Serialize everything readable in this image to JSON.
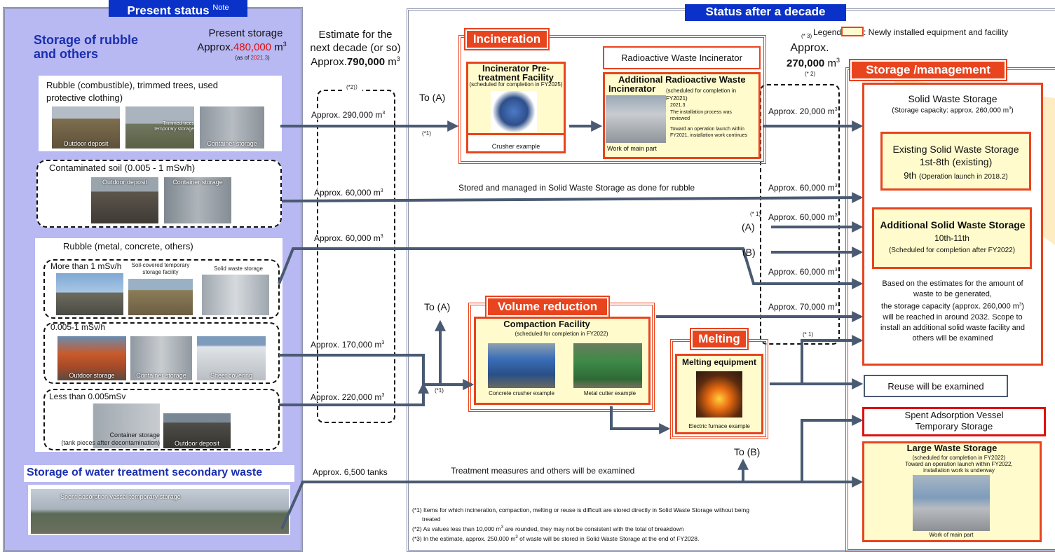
{
  "present": {
    "header": "Present status",
    "header_note": "Note",
    "rubble_title_1": "Storage of rubble",
    "rubble_title_2": "and others",
    "storage_label": "Present storage",
    "storage_prefix": "Approx.",
    "storage_value": "480,000",
    "storage_unit": "m",
    "storage_sup": "3",
    "asof_prefix": "(as of ",
    "asof_date": "2021.3",
    "asof_suffix": ")",
    "group1_label_1": "Rubble (combustible), trimmed trees, used",
    "group1_label_2": "protective clothing)",
    "g1_p1": "Outdoor deposit",
    "g1_p2_1": "Trimmed trees",
    "g1_p2_2": "temporary storage",
    "g1_p3": "Container storage",
    "group2_label": "Contaminated soil (0.005 - 1 mSv/h)",
    "g2_p1": "Outdoor deposit",
    "g2_p2": "Container storage",
    "group3_label": "Rubble (metal, concrete, others)",
    "g3a_label": "More than 1 mSv/h",
    "g3a_p2_1": "Soil-covered temporary",
    "g3a_p2_2": "storage facility",
    "g3a_p3": "Solid waste storage",
    "g3b_label": "0.005-1 mSv/h",
    "g3b_p1": "Outdoor storage",
    "g3b_p2": "Container storage",
    "g3b_p3": "Sheet covering",
    "g3c_label": "Less than 0.005mSv",
    "g3c_p1_1": "Container storage",
    "g3c_p1_2": "(tank pieces after decontamination)",
    "g3c_p2": "Outdoor deposit",
    "water_title": "Storage of water treatment secondary waste",
    "water_photo": "Spent adsorption vessel temporary storage"
  },
  "estimate": {
    "line1": "Estimate for the",
    "line2": "next decade (or so)",
    "prefix": "Approx.",
    "value": "790,000",
    "unit": "m",
    "sup": "3",
    "note2": "(*2)）",
    "a1": "Approx. 290,000 m",
    "a2": "Approx. 60,000 m",
    "a3": "Approx. 60,000 m",
    "a4": "Approx. 170,000 m",
    "a5": "Approx. 220,000 m",
    "a6": "Approx. 6,500 tanks",
    "sup3": "3"
  },
  "decade": {
    "header": "Status after a decade",
    "legend": "Legend",
    "legend_text": ": Newly installed equipment and facility",
    "note3": "(* 3)",
    "approx": "Approx.",
    "value": "270,000",
    "unit": "m",
    "sup": "3",
    "note2": "(* 2)",
    "toA1": "To (A)",
    "toA2": "To (A)",
    "toB": "To (B)",
    "n1a": "(*1)",
    "n1b": "(*1)",
    "n1c": "(* 1)",
    "n1d": "(* 1)",
    "A": "(A)",
    "B": "(B)",
    "r1": "Approx. 20,000 m",
    "r2": "Approx. 60,000 m",
    "r3": "Approx. 60,000 m",
    "r4": "Approx. 60,000 m",
    "r5": "Approx. 70,000 m",
    "stored_text": "Stored and managed in Solid Waste Storage as done for rubble",
    "treatment_text": "Treatment measures and others will be examined",
    "inc": {
      "label": "Incineration",
      "pre_title_1": "Incinerator Pre-",
      "pre_title_2": "treatment Facility",
      "pre_sched": "(scheduled for completion in FY2025)",
      "pre_photo": "Crusher example",
      "rad_title": "Radioactive Waste Incinerator",
      "add_title_1": "Additional Radioactive Waste",
      "add_title_2": "Incinerator",
      "add_sched_1": "(scheduled for completion in",
      "add_sched_2": "FY2021)",
      "add_photo": "Work of main part",
      "add_d1": "2021.3",
      "add_d2": "The installation process was",
      "add_d3": "reviewed",
      "add_d4": "Toward an operation launch within",
      "add_d5": "FY2021, installation work continues"
    },
    "vol": {
      "label": "Volume reduction",
      "title": "Compaction Facility",
      "sched": "(scheduled for completion in FY2022)",
      "p1": "Concrete crusher example",
      "p2": "Metal cutter example"
    },
    "melt": {
      "label": "Melting",
      "title": "Melting equipment",
      "photo": "Electric furnace example"
    },
    "storage": {
      "label": "Storage /management",
      "sws_title": "Solid Waste Storage",
      "sws_cap": "(Storage capacity: approx. 260,000 m",
      "sws_cap_end": ")",
      "ex_title": "Existing Solid Waste Storage",
      "ex_l2": "1st-8th (existing)",
      "ex_l3a": "9th",
      "ex_l3b": "(Operation launch in 2018.2)",
      "add_title": "Additional Solid Waste Storage",
      "add_l2": "10th-11th",
      "add_l3": "(Scheduled for completion after FY2022)",
      "based_1": "Based on the estimates for the amount of",
      "based_2": "waste to be generated,",
      "based_3": "the storage capacity (approx. 260,000 m",
      "based_3b": ")",
      "based_4": "will be reached in around 2032. Scope to",
      "based_5": "install an additional solid waste facility and",
      "based_6": "others will be examined",
      "reuse": "Reuse will be examined",
      "spent_1": "Spent Adsorption Vessel",
      "spent_2": "Temporary Storage",
      "large_title": "Large Waste Storage",
      "large_sched": "(scheduled for completion in FY2022)",
      "large_d1": "Toward an operation launch within FY2022,",
      "large_d2": "installation work is underway",
      "large_photo": "Work of main part"
    },
    "fn1": "(*1) Items for which incineration, compaction, melting or reuse is difficult are stored directly in Solid Waste Storage without being",
    "fn1b": "treated",
    "fn2": "(*2) As values less than 10,000 m",
    "fn2b": " are rounded, they may not be consistent with the total of breakdown",
    "fn3": "(*3) In the estimate, approx. 250,000 m",
    "fn3b": " of waste will be stored in Solid Waste Storage at the end of FY2028."
  },
  "colors": {
    "header_blue": "#0a32c8",
    "panel_lavender": "#b8b8f2",
    "accent_red": "#e8441e",
    "cream": "#fffbcc",
    "arrow": "#4a5a72"
  }
}
